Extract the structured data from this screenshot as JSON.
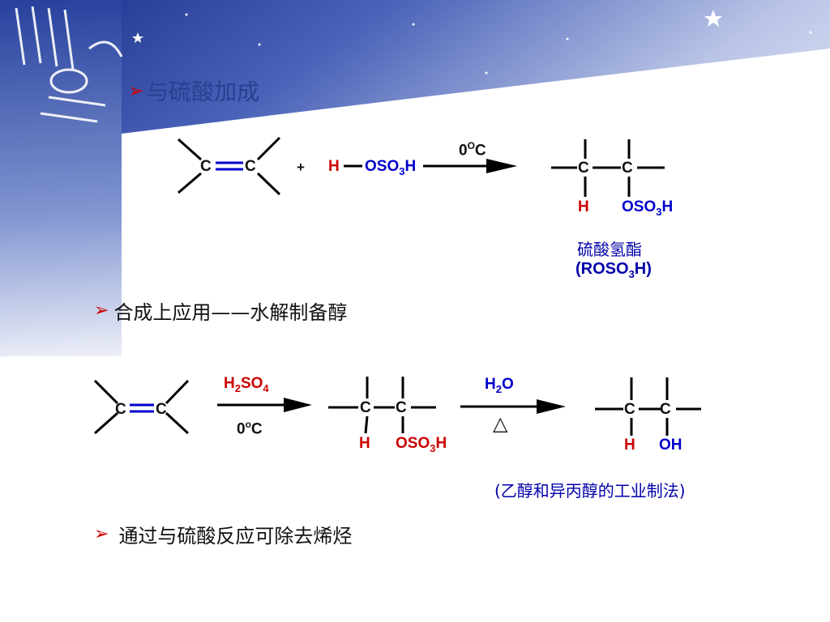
{
  "colors": {
    "title_blue": "#2a3f8f",
    "accent_red": "#cc0000",
    "formula_blue": "#0000cc"
  },
  "title": {
    "arrow": "➢",
    "text": "与硫酸加成"
  },
  "reaction1": {
    "c1": "C",
    "c2": "C",
    "plus": "+",
    "reagent_h": "H",
    "reagent_rest_main": "OSO",
    "reagent_sub": "3",
    "reagent_end": "H",
    "condition_main": "0",
    "condition_sup": "O",
    "condition_end": "C",
    "prod_c1": "C",
    "prod_c2": "C",
    "prod_h": "H",
    "prod_oso_main": "OSO",
    "prod_oso_sub": "3",
    "prod_oso_end": "H",
    "ester_name": "硫酸氢酯",
    "ester_formula_main": "(ROSO",
    "ester_formula_sub": "3",
    "ester_formula_end": "H)"
  },
  "bullet2": {
    "arrow": "➢",
    "text": "合成上应用——水解制备醇"
  },
  "reaction2": {
    "c1": "C",
    "c2": "C",
    "reagent_main": "H",
    "reagent_sub": "2",
    "reagent_rest": "SO",
    "reagent_sub2": "4",
    "cond_main": "0",
    "cond_sup": "o",
    "cond_end": "C",
    "mid_c1": "C",
    "mid_c2": "C",
    "mid_h": "H",
    "mid_oso_main": "OSO",
    "mid_oso_sub": "3",
    "mid_oso_end": "H",
    "water_main": "H",
    "water_sub": "2",
    "water_end": "O",
    "heat": "△",
    "prod_c1": "C",
    "prod_c2": "C",
    "prod_h": "H",
    "prod_oh": "OH",
    "note": "(乙醇和异丙醇的工业制法)"
  },
  "bullet3": {
    "arrow": "➢",
    "text": "通过与硫酸反应可除去烯烃"
  }
}
